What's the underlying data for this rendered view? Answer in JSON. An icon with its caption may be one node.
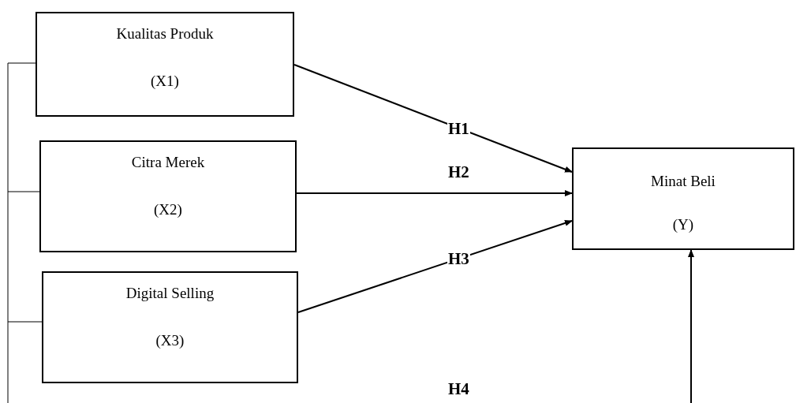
{
  "diagram": {
    "nodes": [
      {
        "text": [
          "Kualitas Produk",
          "(X1)"
        ]
      },
      {
        "text": [
          "Citra Merek",
          "(X2)"
        ]
      },
      {
        "text": [
          "Digital Selling",
          "(X3)"
        ]
      },
      {
        "text": [
          "Minat Beli",
          "(Y)"
        ]
      }
    ],
    "edges": [
      {
        "from": 0,
        "to": 3,
        "arrow": "to",
        "label": "H1"
      },
      {
        "from": 1,
        "to": 3,
        "arrow": "to",
        "label": "H2"
      },
      {
        "from": 2,
        "to": 3,
        "arrow": "to",
        "label": "H3"
      },
      {
        "from": null,
        "to": 3,
        "arrow": "to"
      }
    ],
    "labels": [
      "H4"
    ]
  }
}
